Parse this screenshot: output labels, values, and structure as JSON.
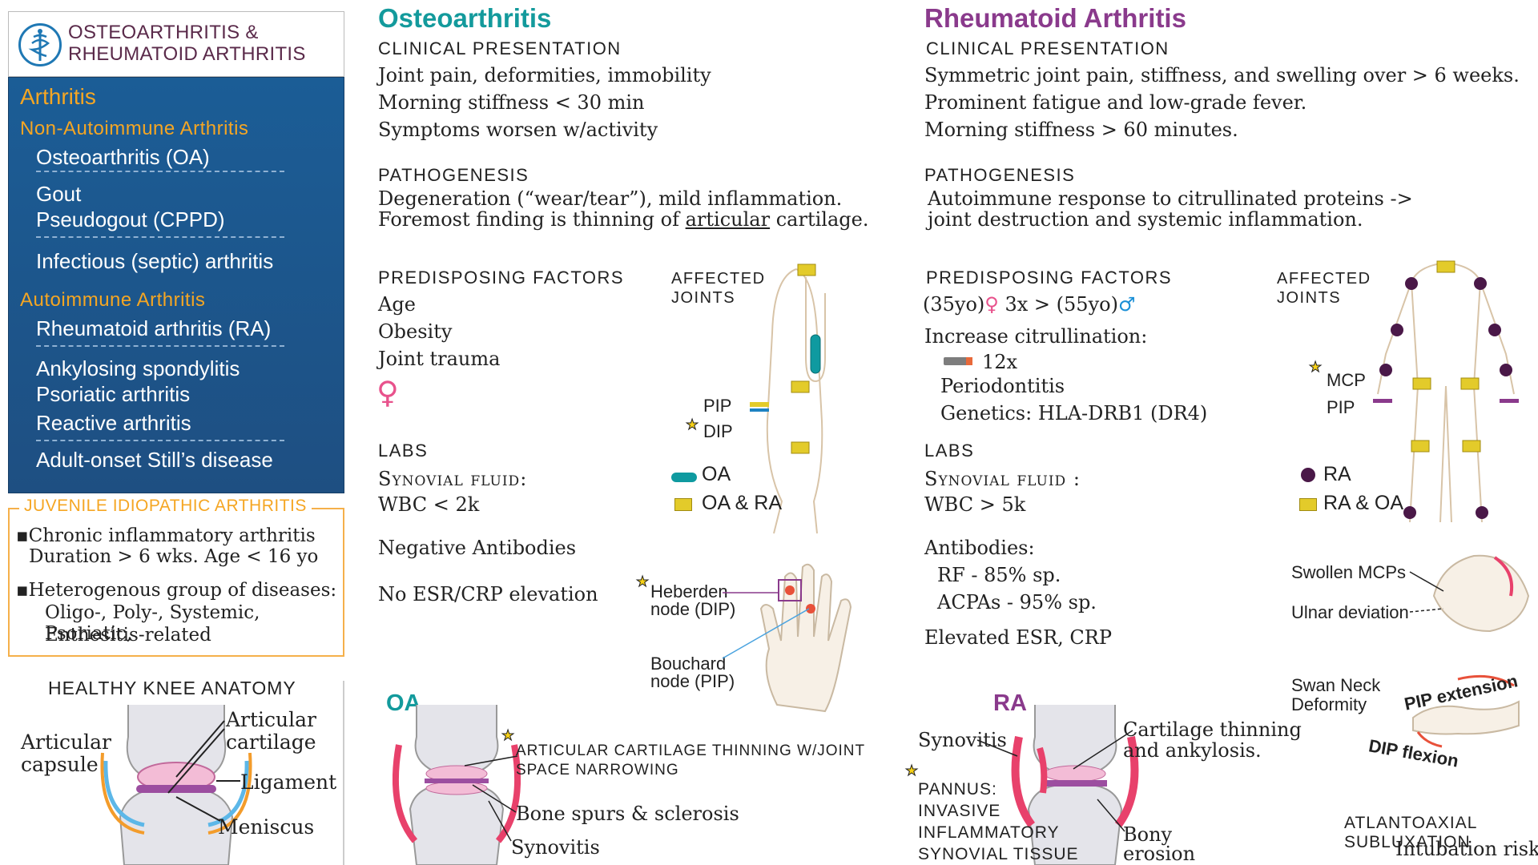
{
  "sidebar": {
    "logo_title": "OSTEOARTHRITIS & RHEUMATOID ARTHRITIS",
    "section_title": "Arthritis",
    "non_autoimmune_heading": "Non-Autoimmune Arthritis",
    "non_autoimmune_items": [
      "Osteoarthritis (OA)",
      "Gout",
      "Pseudogout (CPPD)",
      "Infectious (septic) arthritis"
    ],
    "autoimmune_heading": "Autoimmune Arthritis",
    "autoimmune_items": [
      "Rheumatoid arthritis (RA)",
      "Ankylosing spondylitis",
      "Psoriatic arthritis",
      "Reactive arthritis",
      "Adult-onset Still’s disease"
    ],
    "jia": {
      "title": "Juvenile Idiopathic Arthritis",
      "bullet1_line1": "Chronic inflammatory arthritis",
      "bullet1_line2": "Duration > 6 wks.  Age < 16 yo",
      "bullet2_line1": "Heterogenous group of diseases:",
      "bullet2_line2": "Oligo-, Poly-, Systemic, Psoriatic,",
      "bullet2_line3": "Enthesitis-related"
    },
    "knee": {
      "title": "Healthy Knee Anatomy",
      "articular_capsule_1": "Articular",
      "articular_capsule_2": "capsule",
      "articular_cartilage_1": "Articular",
      "articular_cartilage_2": "cartilage",
      "ligament": "Ligament",
      "meniscus": "Meniscus"
    }
  },
  "oa": {
    "title": "Osteoarthritis",
    "clinical_heading": "Clinical Presentation",
    "clinical": [
      "Joint pain, deformities, immobility",
      "Morning stiffness < 30 min",
      "Symptoms worsen w/activity"
    ],
    "patho_heading": "Pathogenesis",
    "patho_line1": "Degeneration (“wear/tear”), mild inflammation.",
    "patho_line2_pre": "Foremost finding is thinning of ",
    "patho_line2_ul": "articular",
    "patho_line2_post": " cartilage.",
    "predisposing_heading": "Predisposing Factors",
    "predisposing": [
      "Age",
      "Obesity",
      "Joint trauma"
    ],
    "female_symbol": "♀",
    "affected_heading_1": "Affected",
    "affected_heading_2": "joints",
    "pip": "PIP",
    "dip": "DIP",
    "labs_heading": "Labs",
    "synovial_heading": "Synovial fluid:",
    "wbc": "WBC < 2k",
    "antibodies": "Negative Antibodies",
    "esr": "No ESR/CRP elevation",
    "legend_oa": "OA",
    "legend_both": "OA & RA",
    "heberden_1": "Heberden",
    "heberden_2": "node (DIP)",
    "bouchard_1": "Bouchard",
    "bouchard_2": "node (PIP)",
    "tag": "OA",
    "cartilage_note_1": "Articular cartilage thinning w/joint",
    "cartilage_note_2": "space narrowing",
    "bone_spurs": "Bone spurs & sclerosis",
    "synovitis": "Synovitis"
  },
  "ra": {
    "title": "Rheumatoid Arthritis",
    "clinical_heading": "Clinical Presentation",
    "clinical": [
      "Symmetric joint pain, stiffness, and swelling over > 6 weeks.",
      "Prominent fatigue and low-grade fever.",
      "Morning stiffness > 60 minutes."
    ],
    "patho_heading": "Pathogenesis",
    "patho_line1": "Autoimmune response to citrullinated proteins ->",
    "patho_line2": "joint destruction and systemic inflammation.",
    "predisposing_heading": "Predisposing Factors",
    "sex_ratio_pre": "(35yo)",
    "female_symbol": "♀",
    "sex_ratio_mid": " 3x > (55yo)",
    "male_symbol": "♂",
    "citrullination": "Increase citrullination:",
    "smoking": "12x",
    "periodontitis": "Periodontitis",
    "genetics": "Genetics: HLA-DRB1 (DR4)",
    "affected_heading_1": "Affected",
    "affected_heading_2": "joints",
    "mcp": "MCP",
    "pip": "PIP",
    "labs_heading": "Labs",
    "synovial_heading": "Synovial fluid :",
    "wbc": "WBC > 5k",
    "antibodies_heading": "Antibodies:",
    "rf": "RF - 85% sp.",
    "acpa": "ACPAs - 95% sp.",
    "esr": "Elevated ESR, CRP",
    "legend_ra": "RA",
    "legend_both": "RA & OA",
    "swollen_mcps": "Swollen MCPs",
    "ulnar": "Ulnar deviation",
    "swan_1": "Swan Neck",
    "swan_2": "Deformity",
    "pip_extension": "PIP extension",
    "dip_flexion": "DIP flexion",
    "tag": "RA",
    "synovitis": "Synovitis",
    "pannus_1": "Pannus:",
    "pannus_2": "Invasive",
    "pannus_3": "inflammatory",
    "pannus_4": "synovial tissue",
    "cartilage_1": "Cartilage thinning",
    "cartilage_2": "and ankylosis.",
    "bony_1": "Bony",
    "bony_2": "erosion",
    "atlanto_1": "Atlantoaxial subluxation",
    "atlanto_2": "Intubation risk!"
  },
  "colors": {
    "oa_teal": "#139a9c",
    "ra_purple": "#8a3a8c",
    "accent_orange": "#f5a623",
    "nav_blue": "#1e5a91",
    "joint_yellow": "#e3cb2a",
    "ra_joint_dark": "#4a1848",
    "synovitis_pink": "#e8416b"
  },
  "icons": [
    "caduceus-icon",
    "star-icon",
    "female-symbol",
    "male-symbol",
    "cigarette-icon",
    "tooth-icon"
  ]
}
